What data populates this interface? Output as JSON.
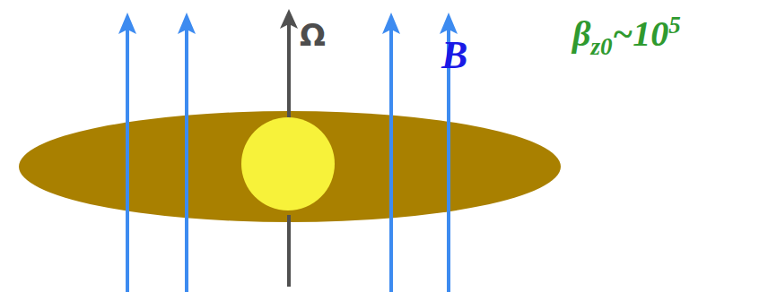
{
  "diagram": {
    "labels": [
      "Ω",
      "B",
      "β",
      "z0",
      "~10",
      "5"
    ]
  }
}
